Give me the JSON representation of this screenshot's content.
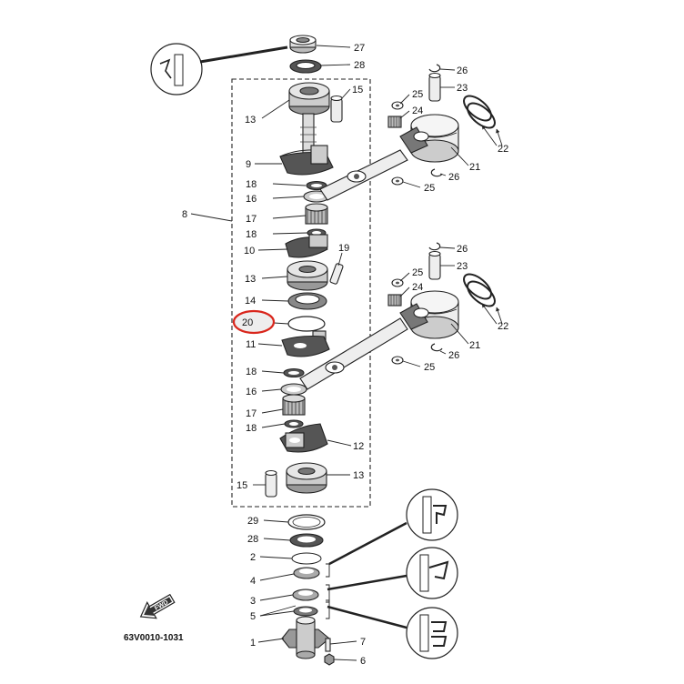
{
  "diagram_code": "63V0010-1031",
  "fwd_label": "FWD",
  "highlight_color": "#d9261c",
  "callouts": {
    "c27": "27",
    "c28_top": "28",
    "c26_a": "26",
    "c23_a": "23",
    "c25_a1": "25",
    "c15_top": "15",
    "c24_a": "24",
    "c13_top": "13",
    "c22_a": "22",
    "c21_a": "21",
    "c9": "9",
    "c26_a2": "26",
    "c25_a2": "25",
    "c18_a": "18",
    "c16_a": "16",
    "c8": "8",
    "c17_a": "17",
    "c18_b": "18",
    "c10": "10",
    "c19": "19",
    "c26_b": "26",
    "c13_mid": "13",
    "c25_b1": "25",
    "c23_b": "23",
    "c24_b": "24",
    "c14": "14",
    "c20": "20",
    "c22_b": "22",
    "c11": "11",
    "c21_b": "21",
    "c26_b2": "26",
    "c25_b2": "25",
    "c18_c": "18",
    "c16_b": "16",
    "c17_b": "17",
    "c18_d": "18",
    "c12": "12",
    "c13_bot": "13",
    "c15_bot": "15",
    "c29": "29",
    "c28_bot": "28",
    "c2": "2",
    "c4": "4",
    "c3": "3",
    "c5": "5",
    "c1": "1",
    "c7": "7",
    "c6": "6"
  }
}
